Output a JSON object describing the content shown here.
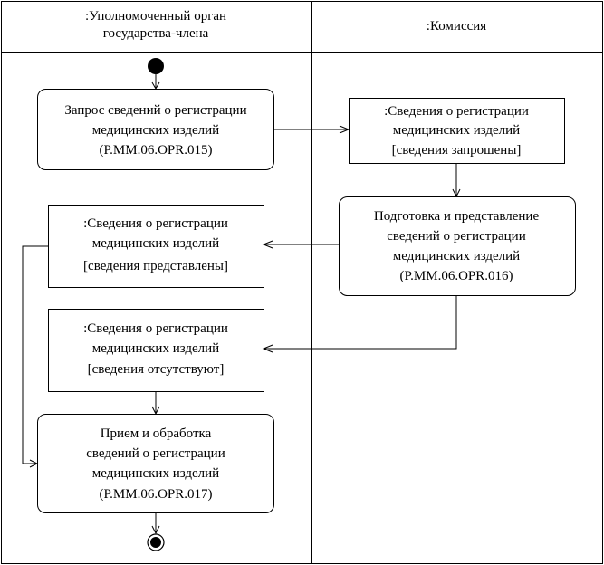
{
  "swimlanes": [
    {
      "id": "lane-member-state",
      "title_lines": [
        ":Уполномоченный орган",
        "государства-члена"
      ]
    },
    {
      "id": "lane-commission",
      "title_lines": [
        ":Комиссия"
      ]
    }
  ],
  "nodes": {
    "request": {
      "kind": "action",
      "lines": [
        "Запрос сведений о регистрации",
        "медицинских изделий",
        "(P.MM.06.OPR.015)"
      ]
    },
    "info_requested": {
      "kind": "object",
      "lines": [
        ":Сведения о регистрации",
        "медицинских изделий",
        "[сведения запрошены]"
      ]
    },
    "prepare": {
      "kind": "action",
      "lines": [
        "Подготовка и представление",
        "сведений о регистрации",
        "медицинских изделий",
        "(P.MM.06.OPR.016)"
      ]
    },
    "info_provided": {
      "kind": "object",
      "lines": [
        ":Сведения о регистрации",
        "медицинских изделий",
        "[сведения представлены]"
      ]
    },
    "info_absent": {
      "kind": "object",
      "lines": [
        ":Сведения о регистрации",
        "медицинских изделий",
        "[сведения отсутствуют]"
      ]
    },
    "receive": {
      "kind": "action",
      "lines": [
        "Прием и обработка",
        "сведений о регистрации",
        "медицинских изделий",
        "(P.MM.06.OPR.017)"
      ]
    }
  }
}
